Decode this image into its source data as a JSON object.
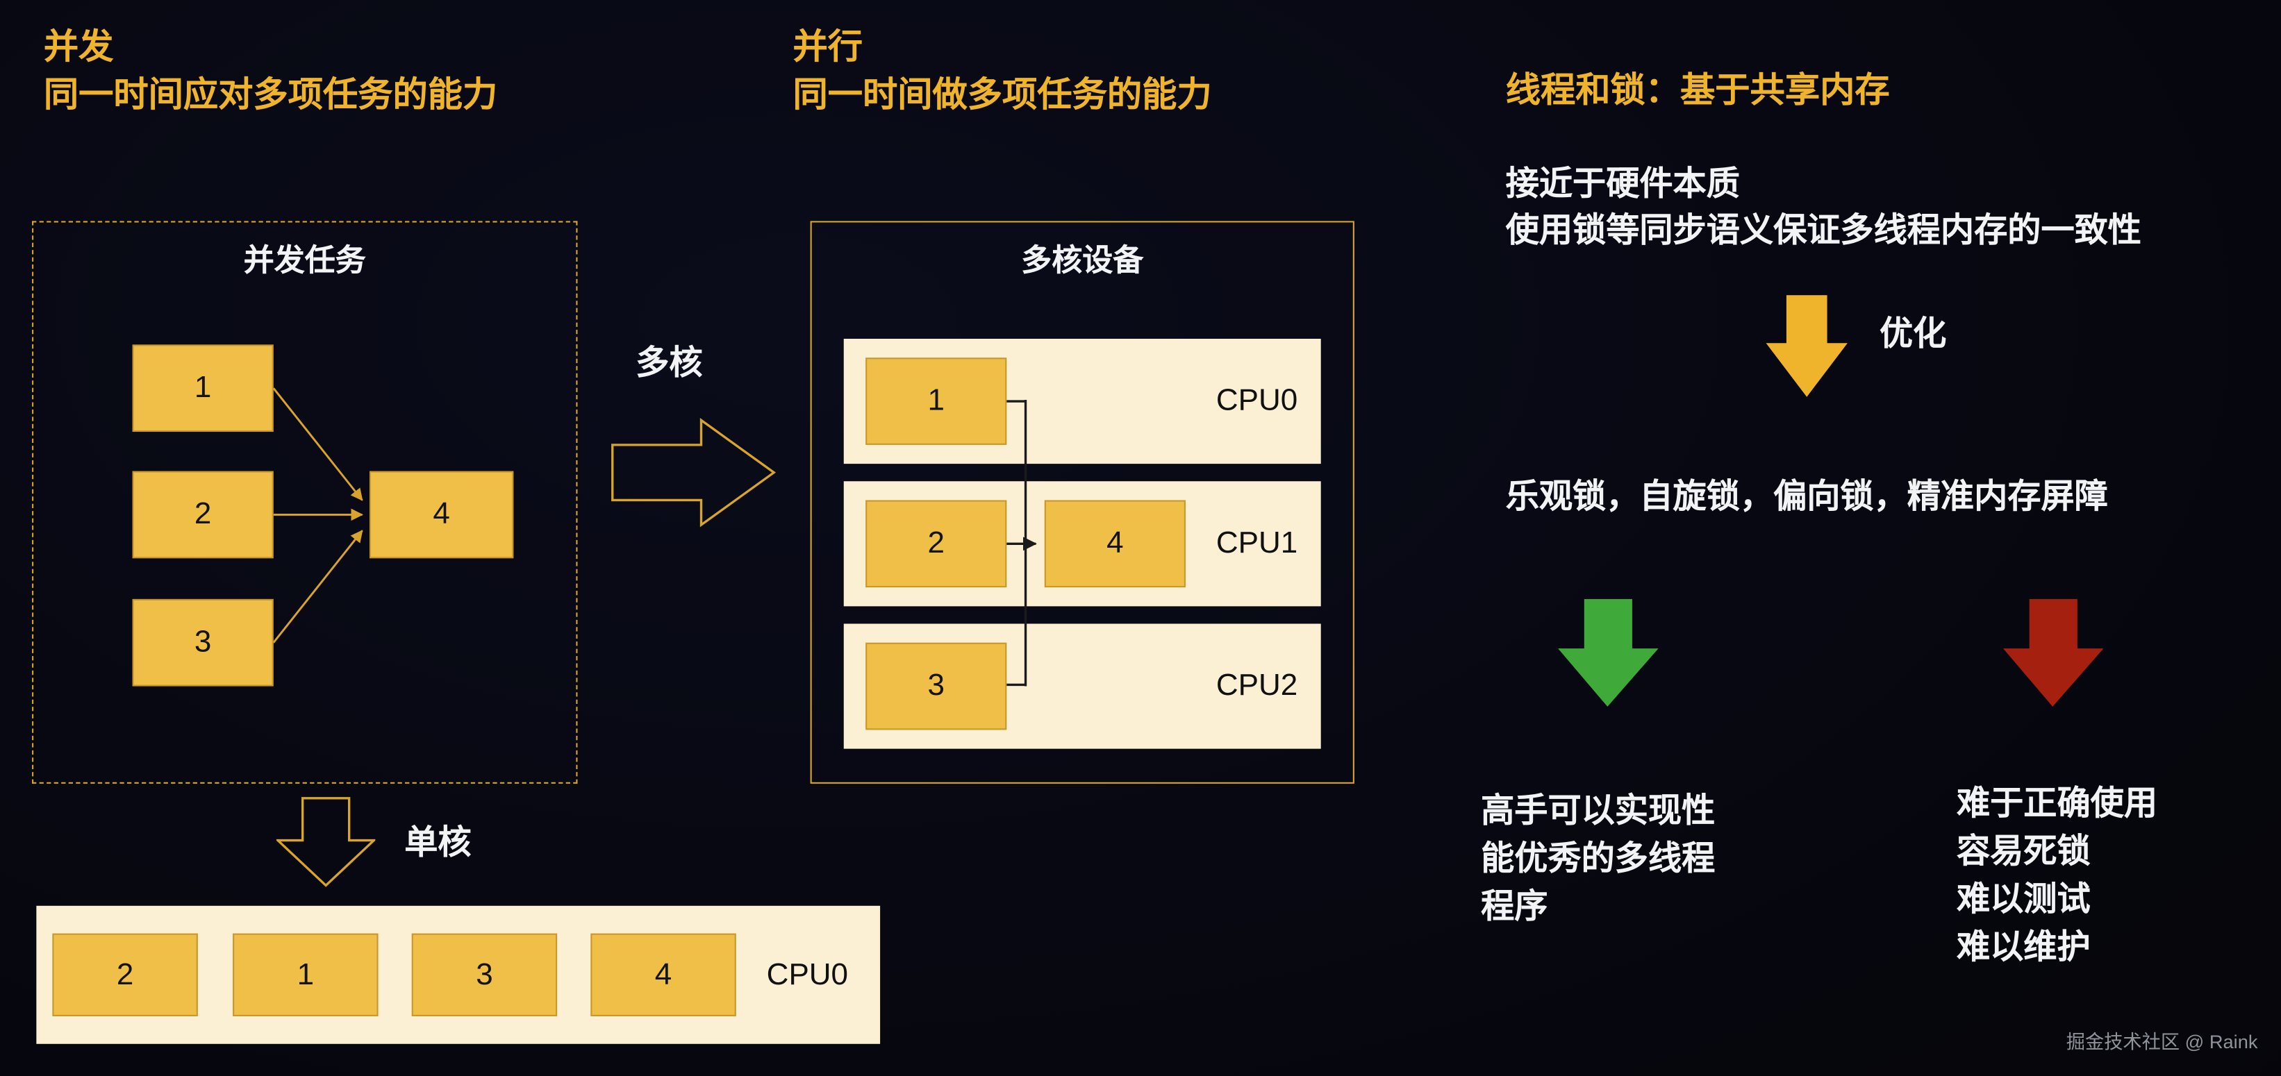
{
  "colors": {
    "bg": "#070812",
    "gold": "#efb42c",
    "gold-line": "#d8a42c",
    "box-yellow": "#f0bf47",
    "cream": "#fbf0d4",
    "green": "#3faa3a",
    "red": "#a6200f",
    "white": "#f2f3f5",
    "muted": "#8f949b"
  },
  "header": {
    "concurrency": {
      "title": "并发",
      "subtitle": "同一时间应对多项任务的能力"
    },
    "parallelism": {
      "title": "并行",
      "subtitle": "同一时间做多项任务的能力"
    },
    "threads_title": "线程和锁：基于共享内存"
  },
  "concurrent_box": {
    "title": "并发任务",
    "task1": "1",
    "task2": "2",
    "task3": "3",
    "task4": "4"
  },
  "multicore": {
    "arrow_label": "多核",
    "title": "多核设备",
    "rows": [
      {
        "cpu": "CPU0",
        "tasks": [
          "1"
        ]
      },
      {
        "cpu": "CPU1",
        "tasks": [
          "2",
          "4"
        ]
      },
      {
        "cpu": "CPU2",
        "tasks": [
          "3"
        ]
      }
    ]
  },
  "singlecore": {
    "arrow_label": "单核",
    "cpu": "CPU0",
    "tasks": [
      "2",
      "1",
      "3",
      "4"
    ]
  },
  "right_panel": {
    "intro_line1": "接近于硬件本质",
    "intro_line2": "使用锁等同步语义保证多线程内存的一致性",
    "optimize_label": "优化",
    "locks_line": "乐观锁，自旋锁，偏向锁，精准内存屏障",
    "pros_lines": [
      "高手可以实现性",
      "能优秀的多线程",
      "程序"
    ],
    "cons_lines": [
      "难于正确使用",
      "容易死锁",
      "难以测试",
      "难以维护"
    ]
  },
  "footer": {
    "watermark": "掘金技术社区 @ Raink"
  }
}
